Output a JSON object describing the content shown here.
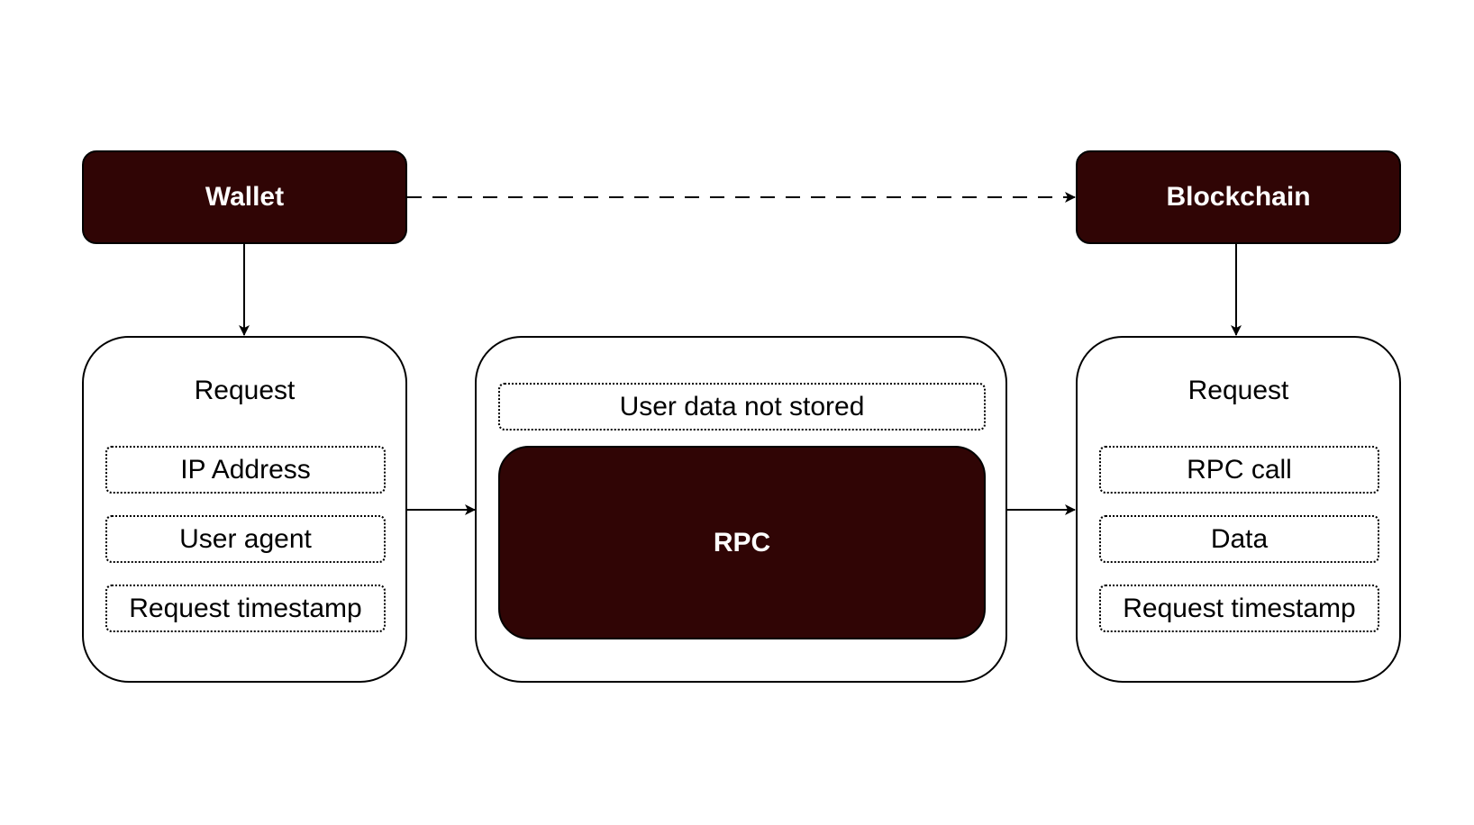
{
  "nodes": {
    "wallet": {
      "label": "Wallet"
    },
    "blockchain": {
      "label": "Blockchain"
    },
    "rpc": {
      "label": "RPC",
      "note": "User data not stored"
    }
  },
  "left_request": {
    "title": "Request",
    "fields": [
      "IP Address",
      "User agent",
      "Request timestamp"
    ]
  },
  "right_request": {
    "title": "Request",
    "fields": [
      "RPC call",
      "Data",
      "Request timestamp"
    ]
  },
  "edges": [
    {
      "from": "wallet",
      "to": "blockchain",
      "style": "dashed"
    },
    {
      "from": "wallet",
      "to": "left_request",
      "style": "solid"
    },
    {
      "from": "blockchain",
      "to": "right_request",
      "style": "solid"
    },
    {
      "from": "left_request",
      "to": "rpc",
      "style": "solid"
    },
    {
      "from": "rpc",
      "to": "right_request",
      "style": "solid"
    }
  ],
  "colors": {
    "node_fill": "#300505",
    "node_text": "#ffffff",
    "stroke": "#000000",
    "background": "#ffffff"
  }
}
